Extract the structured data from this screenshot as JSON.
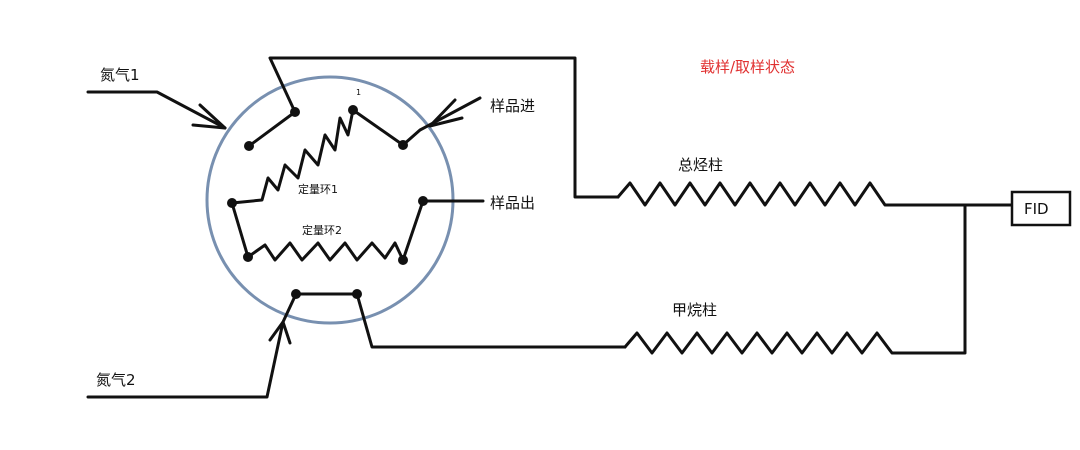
{
  "title": "载样/取样状态",
  "title_color": "#e03030",
  "valve_color": "#7890b0",
  "labels": {
    "nitrogen1": "氮气1",
    "nitrogen2": "氮气2",
    "sample_in": "样品进",
    "sample_out": "样品出",
    "loop1": "定量环1",
    "loop2": "定量环2",
    "port_mark": "1",
    "total_hc_column": "总烃柱",
    "methane_column": "甲烷柱",
    "detector": "FID"
  }
}
